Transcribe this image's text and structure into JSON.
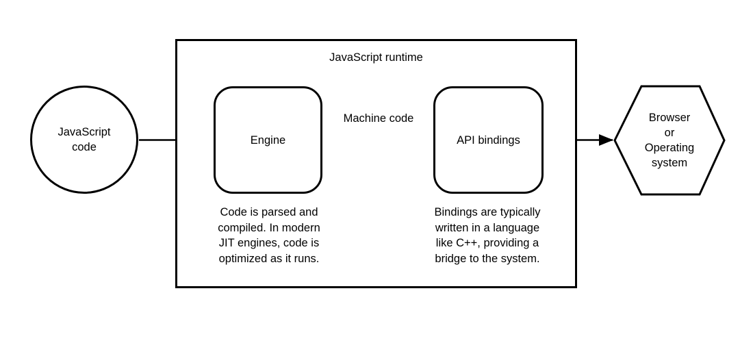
{
  "diagram": {
    "title": "JavaScript runtime",
    "nodes": {
      "js_code": {
        "shape": "circle",
        "label": "JavaScript\ncode"
      },
      "engine": {
        "shape": "rounded-rect",
        "label": "Engine",
        "caption": "Code is parsed and\ncompiled. In modern\nJIT engines, code is\noptimized as it runs."
      },
      "api_bindings": {
        "shape": "rounded-rect",
        "label": "API bindings",
        "caption": "Bindings are typically\nwritten in a language\nlike C++, providing a\nbridge to the system."
      },
      "browser_os": {
        "shape": "hexagon",
        "label": "Browser\nor\nOperating\nsystem"
      }
    },
    "edges": [
      {
        "from": "js_code",
        "to": "engine",
        "label": "",
        "bidirectional": false
      },
      {
        "from": "engine",
        "to": "api_bindings",
        "label": "Machine code",
        "bidirectional": false
      },
      {
        "from": "api_bindings",
        "to": "browser_os",
        "label": "",
        "bidirectional": true
      }
    ],
    "colors": {
      "stroke": "#000000",
      "background": "#ffffff",
      "text": "#000000"
    }
  }
}
